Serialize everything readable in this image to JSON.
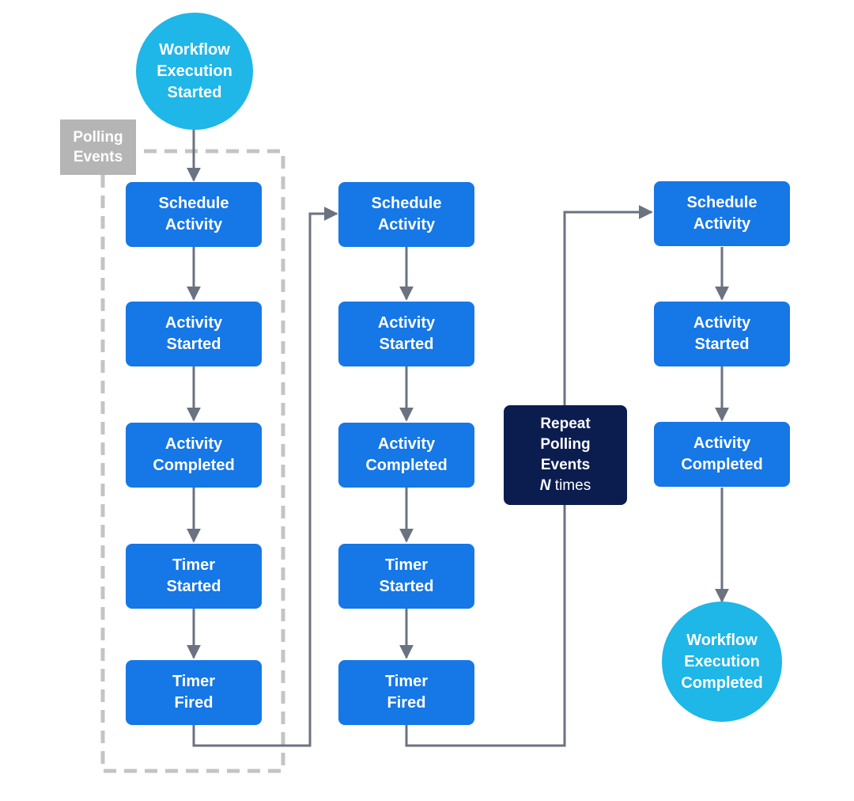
{
  "start_node": {
    "lines": [
      "Workflow",
      "Execution",
      "Started"
    ]
  },
  "end_node": {
    "lines": [
      "Workflow",
      "Execution",
      "Completed"
    ]
  },
  "group_label": {
    "lines": [
      "Polling",
      "Events"
    ]
  },
  "repeat_node": {
    "lines": [
      "Repeat",
      "Polling",
      "Events"
    ],
    "emphasis": "N",
    "suffix": " times"
  },
  "columns": [
    {
      "nodes": [
        {
          "lines": [
            "Schedule",
            "Activity"
          ]
        },
        {
          "lines": [
            "Activity",
            "Started"
          ]
        },
        {
          "lines": [
            "Activity",
            "Completed"
          ]
        },
        {
          "lines": [
            "Timer",
            "Started"
          ]
        },
        {
          "lines": [
            "Timer",
            "Fired"
          ]
        }
      ]
    },
    {
      "nodes": [
        {
          "lines": [
            "Schedule",
            "Activity"
          ]
        },
        {
          "lines": [
            "Activity",
            "Started"
          ]
        },
        {
          "lines": [
            "Activity",
            "Completed"
          ]
        },
        {
          "lines": [
            "Timer",
            "Started"
          ]
        },
        {
          "lines": [
            "Timer",
            "Fired"
          ]
        }
      ]
    },
    {
      "nodes": [
        {
          "lines": [
            "Schedule",
            "Activity"
          ]
        },
        {
          "lines": [
            "Activity",
            "Started"
          ]
        },
        {
          "lines": [
            "Activity",
            "Completed"
          ]
        }
      ]
    }
  ],
  "colors": {
    "step_box": "#1677e6",
    "start_end_circle": "#1fb6e8",
    "repeat_box": "#0b1d4f",
    "connector": "#6b7280",
    "group_border": "#c4c4c4",
    "group_label_bg": "#b5b5b5"
  }
}
